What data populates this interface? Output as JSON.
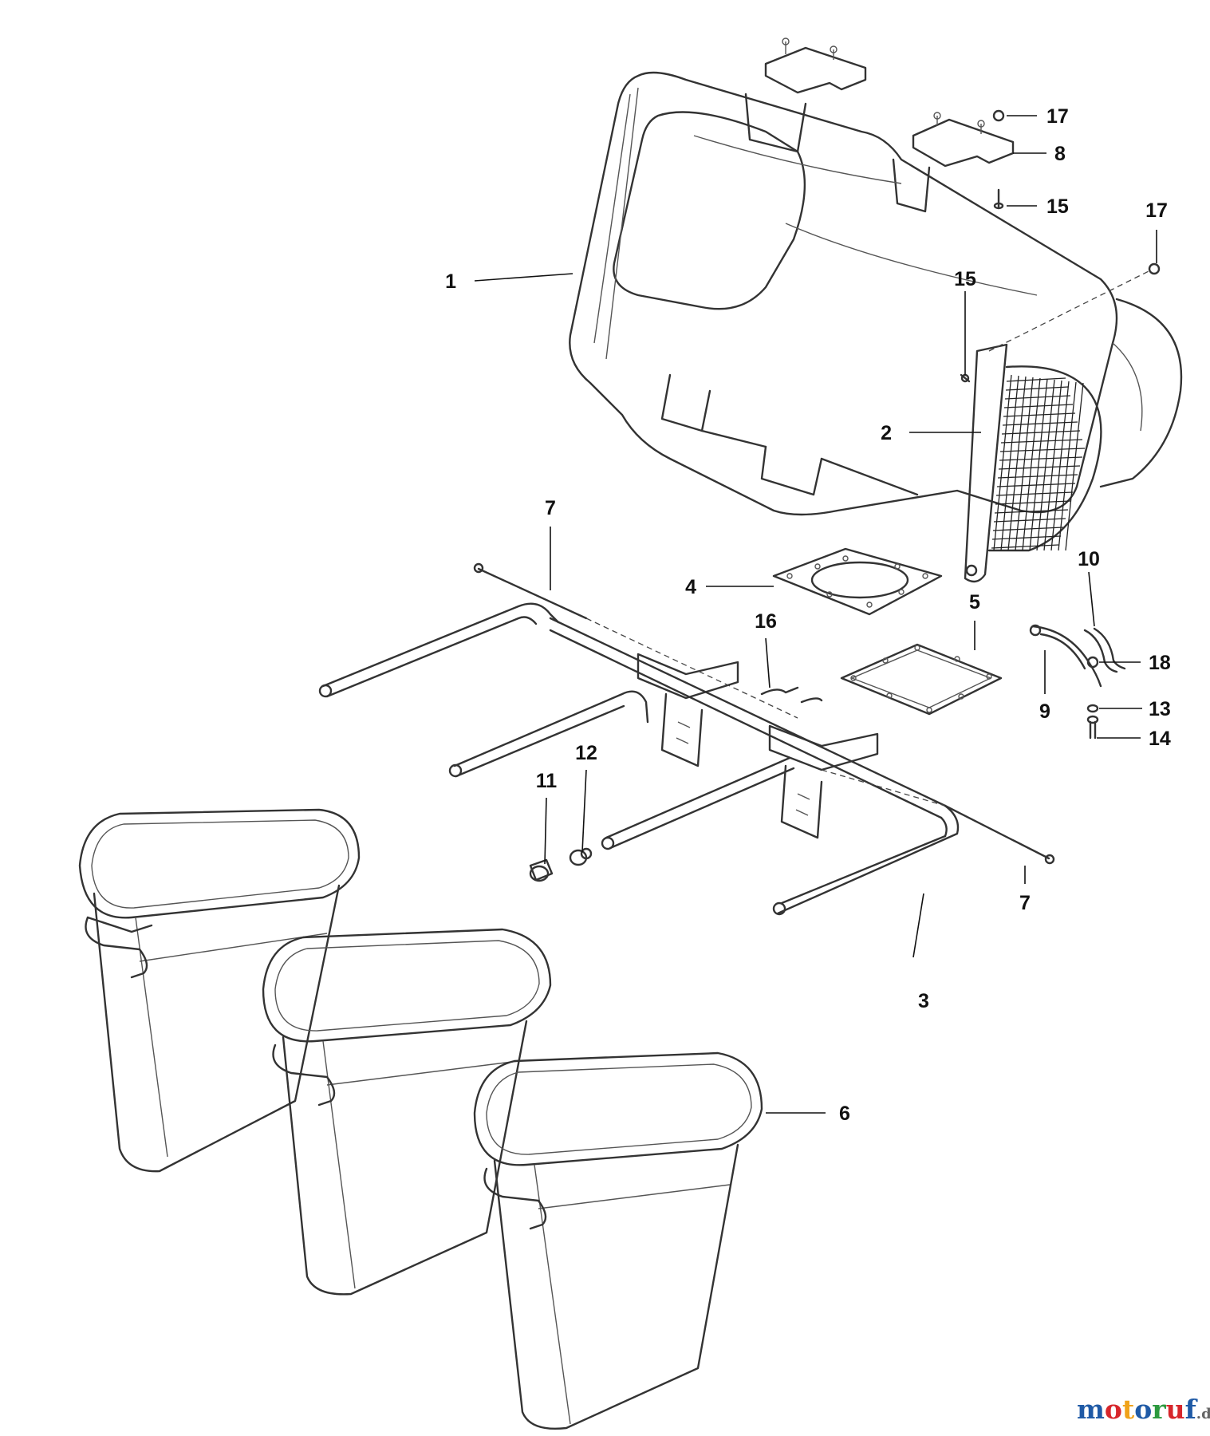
{
  "callouts": [
    "1",
    "2",
    "3",
    "4",
    "5",
    "6",
    "7",
    "7",
    "8",
    "9",
    "10",
    "11",
    "12",
    "13",
    "14",
    "15",
    "15",
    "16",
    "17",
    "17",
    "18"
  ],
  "watermark": {
    "brand": "motoruf",
    "tld": ".de",
    "letter_colors": [
      "#1f5aa6",
      "#d7262b",
      "#f0a21a",
      "#1f5aa6",
      "#2c9a3f",
      "#d7262b",
      "#1f5aa6"
    ]
  }
}
